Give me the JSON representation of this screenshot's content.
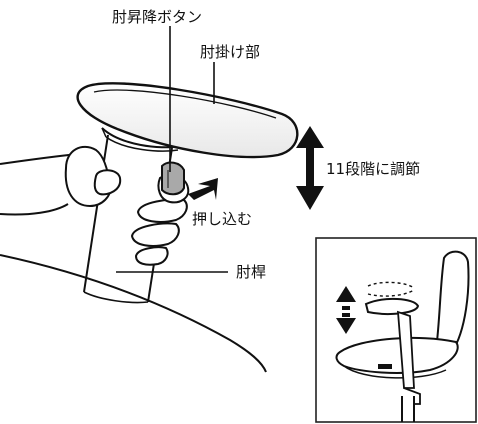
{
  "labels": {
    "button": "肘昇降ボタン",
    "armrest_pad": "肘掛け部",
    "adjust": "11段階に調節",
    "push": "押し込む",
    "post": "肘桿"
  },
  "colors": {
    "line": "#111111",
    "button_gray": "#a9a9a9",
    "inset_border": "#222222"
  }
}
